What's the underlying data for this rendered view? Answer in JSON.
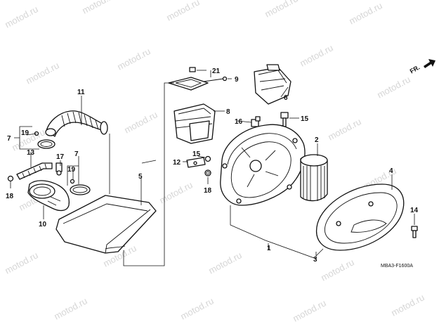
{
  "watermark": "motod.ru",
  "direction_label": "FR.",
  "diagram_code": "MBA3-F1600A",
  "callouts": {
    "c1": "1",
    "c2": "2",
    "c3": "3",
    "c4": "4",
    "c5": "5",
    "c6": "6",
    "c7a": "7",
    "c7b": "7",
    "c8": "8",
    "c9": "9",
    "c10": "10",
    "c11": "11",
    "c12": "12",
    "c13": "13",
    "c14": "14",
    "c15a": "15",
    "c15b": "15",
    "c16": "16",
    "c17": "17",
    "c18a": "18",
    "c18b": "18",
    "c19a": "19",
    "c19b": "19",
    "c21": "21"
  }
}
